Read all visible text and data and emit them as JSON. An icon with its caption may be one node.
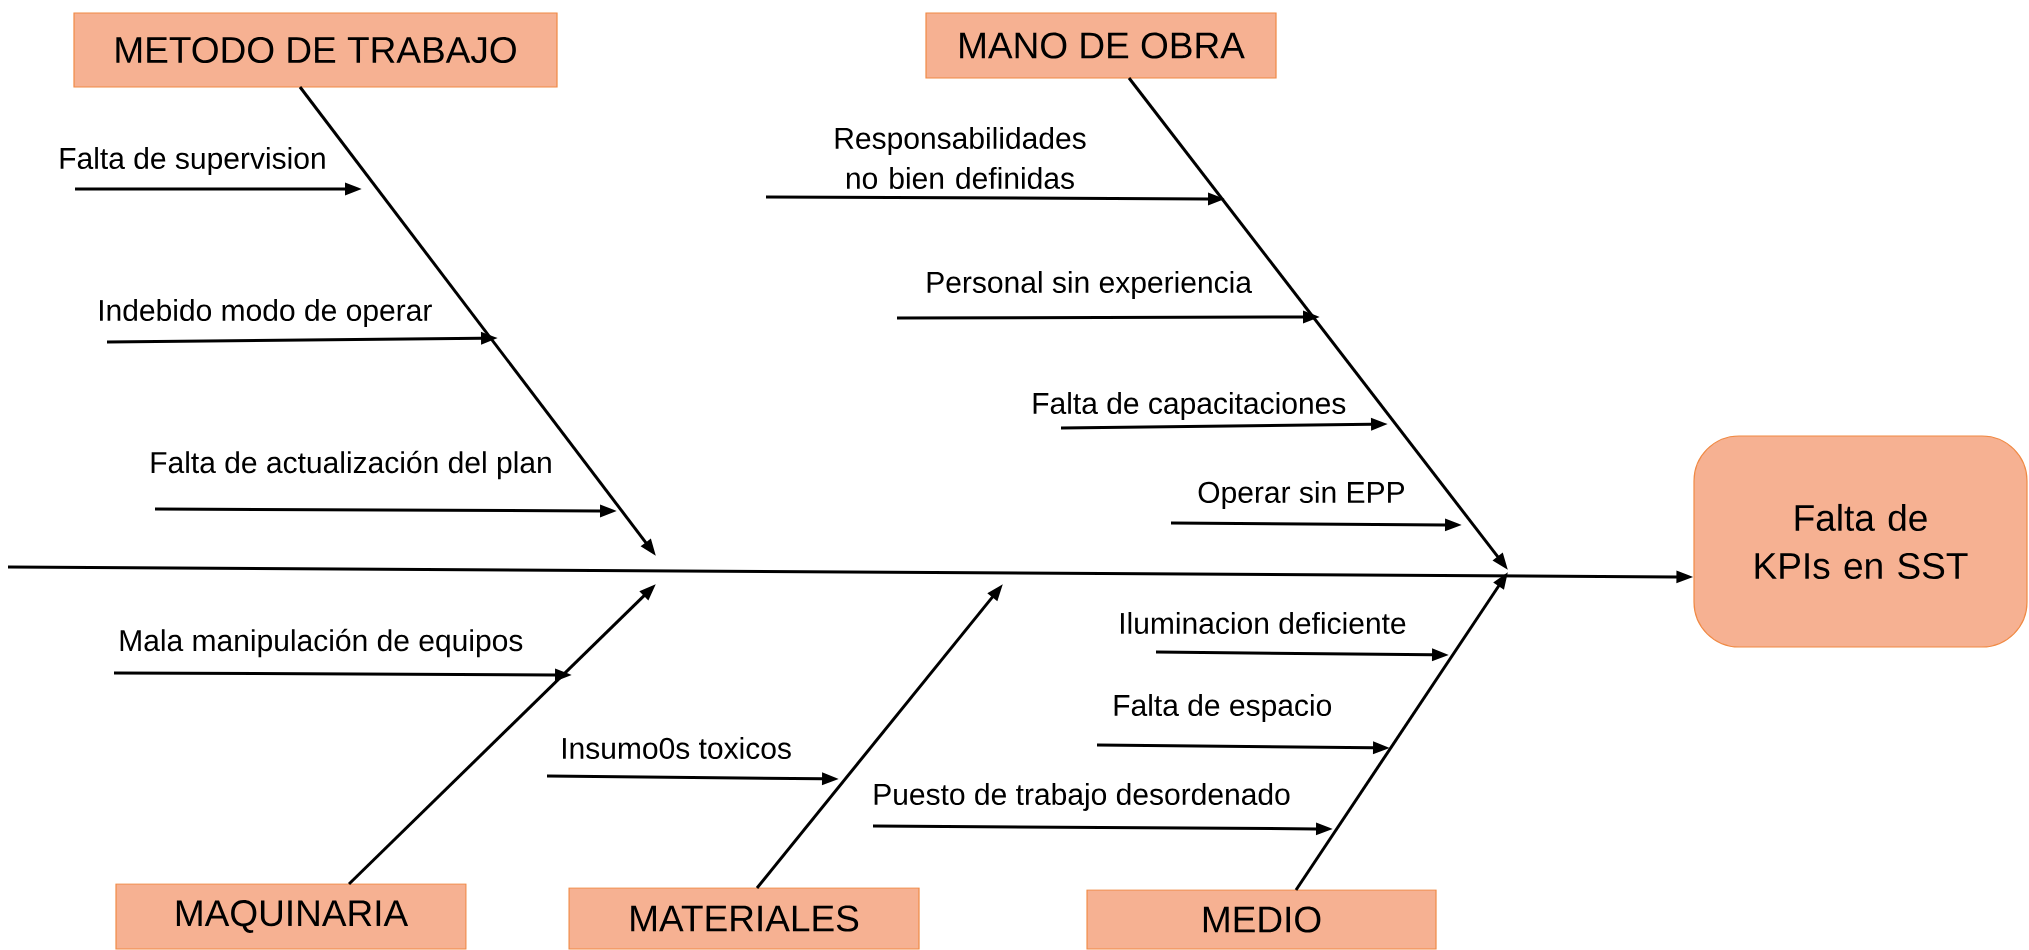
{
  "diagram": {
    "nodes": [
      {
        "text": [
          "METODO DE TRABAJO"
        ]
      },
      {
        "text": [
          "MANO DE OBRA"
        ]
      },
      {
        "text": [
          "Falta de supervision"
        ]
      },
      {
        "text": [
          "Indebido modo de operar"
        ]
      },
      {
        "text": [
          "Falta de actualización del plan"
        ]
      },
      {
        "text": [
          "Responsabilidades no bien definidas"
        ]
      },
      {
        "text": [
          "Personal sin experiencia"
        ]
      },
      {
        "text": [
          "Falta de capacitaciones"
        ]
      },
      {
        "text": [
          "Operar sin EPP"
        ]
      },
      {
        "text": [
          "Falta de KPIs en SST"
        ]
      },
      {
        "text": [
          "Mala manipulación de equipos"
        ]
      },
      {
        "text": [
          "Insumo0s toxicos"
        ]
      },
      {
        "text": [
          "Iluminacion deficiente"
        ]
      },
      {
        "text": [
          "Falta de espacio"
        ]
      },
      {
        "text": [
          "Puesto de trabajo desordenado"
        ]
      },
      {
        "text": [
          "MAQUINARIA"
        ]
      },
      {
        "text": [
          "MATERIALES"
        ]
      },
      {
        "text": [
          "MEDIO"
        ]
      }
    ],
    "edges": [
      {
        "from": null,
        "to": 9,
        "arrow": "to"
      },
      {
        "from": 0,
        "to": null,
        "arrow": "to"
      },
      {
        "from": 1,
        "to": null,
        "arrow": "to"
      },
      {
        "from": 15,
        "to": null,
        "arrow": "to"
      },
      {
        "from": 16,
        "to": null,
        "arrow": "to"
      },
      {
        "from": 17,
        "to": null,
        "arrow": "to"
      },
      {
        "from": 2,
        "to": null,
        "arrow": "to"
      },
      {
        "from": 3,
        "to": null,
        "arrow": "to"
      },
      {
        "from": 4,
        "to": null,
        "arrow": "to"
      },
      {
        "from": 5,
        "to": null,
        "arrow": "to"
      },
      {
        "from": 6,
        "to": null,
        "arrow": "to"
      },
      {
        "from": 7,
        "to": null,
        "arrow": "to"
      },
      {
        "from": 8,
        "to": null,
        "arrow": "to"
      },
      {
        "from": 10,
        "to": null,
        "arrow": "to"
      },
      {
        "from": 11,
        "to": null,
        "arrow": "to"
      },
      {
        "from": 12,
        "to": null,
        "arrow": "to"
      },
      {
        "from": 13,
        "to": null,
        "arrow": "to"
      },
      {
        "from": 14,
        "to": null,
        "arrow": "to"
      }
    ]
  }
}
